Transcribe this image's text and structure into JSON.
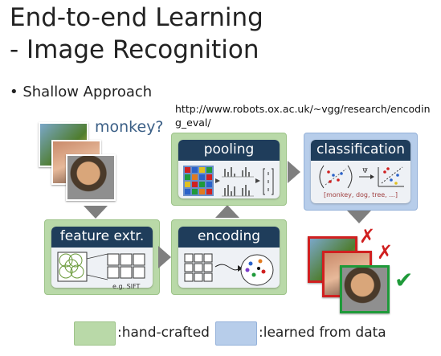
{
  "title_line1": "End-to-end Learning",
  "title_line2": "- Image Recognition",
  "bullet": "Shallow Approach",
  "url": "http://www.robots.ox.ac.uk/~vgg/research/encoding_eval/",
  "question": "monkey?",
  "stages": {
    "feature": "feature extr.",
    "feature_note": "e.g. SIFT",
    "encoding": "encoding",
    "pooling": "pooling",
    "classification": "classification",
    "classes": "[monkey, dog, tree, ...]"
  },
  "legend": {
    "hand": ":hand-crafted",
    "learned": ":learned from data",
    "hand_color": "#b9d9a8",
    "learned_color": "#b7cdea"
  },
  "results": {
    "wrong": "✗",
    "right": "✔"
  }
}
